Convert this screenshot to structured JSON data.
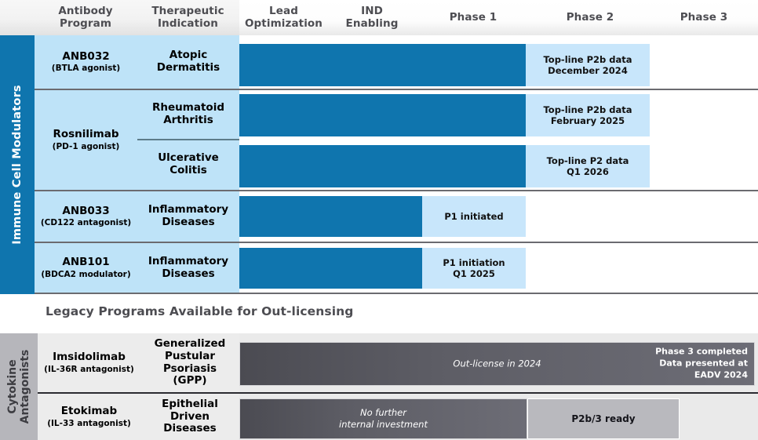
{
  "colors": {
    "brand_blue": "#0f75ae",
    "light_blue_panel": "#bee3f8",
    "milestone_blue": "#c8e6fb",
    "legacy_gray": "#b6b6bb",
    "legacy_bar_dark": "#4b4b52",
    "header_text": "#4d4d52"
  },
  "header": {
    "columns": [
      {
        "label": "Antibody\nProgram",
        "line1": "Antibody",
        "line2": "Program"
      },
      {
        "label": "Therapeutic\nIndication",
        "line1": "Therapeutic",
        "line2": "Indication"
      },
      {
        "label": "Lead\nOptimization",
        "line1": "Lead",
        "line2": "Optimization"
      },
      {
        "label": "IND\nEnabling",
        "line1": "IND",
        "line2": "Enabling"
      },
      {
        "label": "Phase 1",
        "line1": "Phase 1",
        "line2": ""
      },
      {
        "label": "Phase 2",
        "line1": "Phase 2",
        "line2": ""
      },
      {
        "label": "Phase 3",
        "line1": "Phase 3",
        "line2": ""
      }
    ]
  },
  "sections": {
    "immune": {
      "category_label": "Immune Cell Modulators",
      "rows": [
        {
          "program": "ANB032",
          "target": "(BTLA agonist)",
          "indication_line1": "Atopic",
          "indication_line2": "Dermatitis",
          "bar_phase_end": "Phase 2",
          "milestone_line1": "Top-line P2b data",
          "milestone_line2": "December 2024"
        },
        {
          "program": "Rosnilimab",
          "target": "(PD-1 agonist)",
          "indication_line1": "Rheumatoid",
          "indication_line2": "Arthritis",
          "bar_phase_end": "Phase 2",
          "milestone_line1": "Top-line P2b data",
          "milestone_line2": "February 2025"
        },
        {
          "program": "",
          "target": "",
          "indication_line1": "Ulcerative",
          "indication_line2": "Colitis",
          "bar_phase_end": "Phase 2",
          "milestone_line1": "Top-line P2 data",
          "milestone_line2": "Q1 2026"
        },
        {
          "program": "ANB033",
          "target": "(CD122 antagonist)",
          "indication_line1": "Inflammatory",
          "indication_line2": "Diseases",
          "bar_phase_end": "Phase 1",
          "milestone_line1": "P1 initiated",
          "milestone_line2": ""
        },
        {
          "program": "ANB101",
          "target": "(BDCA2 modulator)",
          "indication_line1": "Inflammatory",
          "indication_line2": "Diseases",
          "bar_phase_end": "Phase 1",
          "milestone_line1": "P1 initiation",
          "milestone_line2": "Q1 2025"
        }
      ]
    },
    "legacy": {
      "title": "Legacy Programs Available for Out-licensing",
      "category_label_line1": "Cytokine",
      "category_label_line2": "Antagonists",
      "rows": [
        {
          "program": "Imsidolimab",
          "target": "(IL-36R antagonist)",
          "indication_line1": "Generalized",
          "indication_line2": "Pustular",
          "indication_line3": "Psoriasis",
          "indication_line4": "(GPP)",
          "bar_note": "Out-license in 2024",
          "status_line1": "Phase 3 completed",
          "status_line2": "Data presented at",
          "status_line3": "EADV 2024",
          "status_box": ""
        },
        {
          "program": "Etokimab",
          "target": "(IL-33 antagonist)",
          "indication_line1": "Epithelial",
          "indication_line2": "Driven",
          "indication_line3": "Diseases",
          "indication_line4": "",
          "bar_note_line1": "No further",
          "bar_note_line2": "internal investment",
          "status_box": "P2b/3 ready"
        }
      ]
    }
  }
}
